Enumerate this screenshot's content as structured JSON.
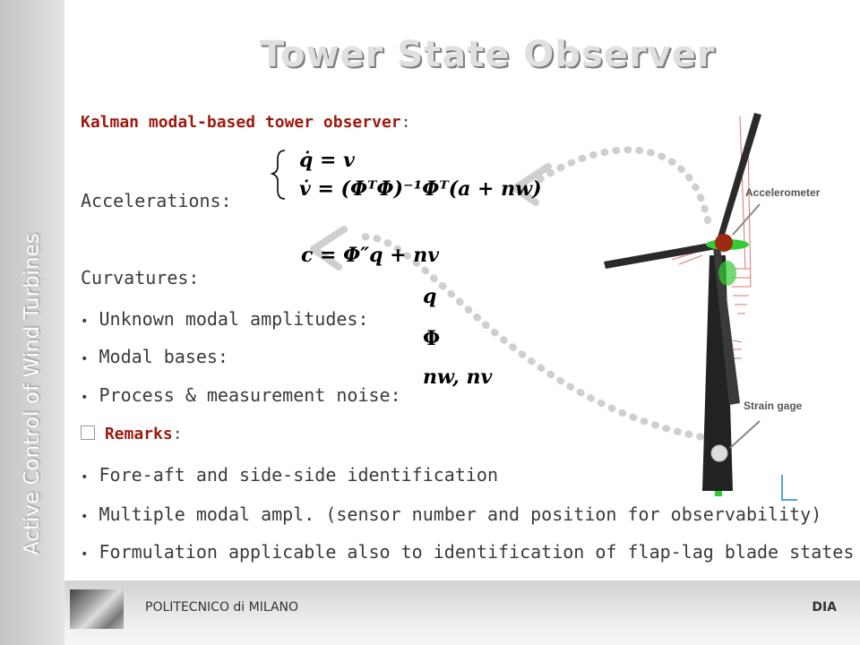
{
  "sidebar": {
    "title": "Active Control of Wind Turbines"
  },
  "title": "Tower State Observer",
  "section": {
    "heading": "Kalman modal-based tower observer",
    "colon": ":"
  },
  "labels": {
    "accelerations": "Accelerations:",
    "curvatures": "Curvatures:"
  },
  "bullets": [
    {
      "text": "Unknown modal amplitudes:"
    },
    {
      "text": "Modal bases:"
    },
    {
      "text": "Process & measurement noise:"
    }
  ],
  "remarks": {
    "icon": "",
    "heading": "Remarks",
    "colon": ":"
  },
  "remark_items": [
    {
      "text": "Fore-aft and side-side identification"
    },
    {
      "text": "Multiple modal ampl. (sensor number and position for observability)"
    },
    {
      "text": "Formulation applicable also to identification of flap-lag blade states"
    }
  ],
  "equations": {
    "line1": "q̇ = v",
    "line2": "v̇ = (ΦᵀΦ)⁻¹Φᵀ(a + nw)",
    "curv": "c = Φ″q + nv",
    "q": "q",
    "phi": "Φ",
    "noise": "nw, nv"
  },
  "annotations": {
    "accelerometer": "Accelerometer",
    "strain_gage": "Strain gage"
  },
  "footer": {
    "left": "POLITECNICO di MILANO",
    "right": "DIA"
  },
  "colors": {
    "accent": "#9b1a10",
    "sensor_red": "#9c2a10",
    "nacelle_green": "#33cc33"
  }
}
